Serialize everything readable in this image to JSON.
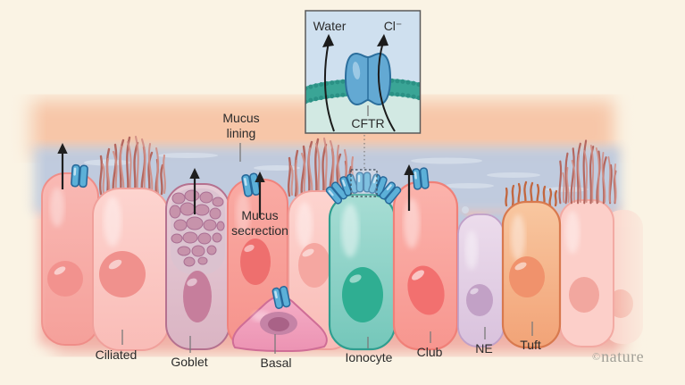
{
  "inset": {
    "water_label": "Water",
    "chloride_label": "Cl⁻",
    "channel_label": "CFTR"
  },
  "annotations": {
    "mucus_lining": "Mucus\nlining",
    "mucus_secretion": "Mucus\nsecrection"
  },
  "cells": [
    {
      "label": "Ciliated"
    },
    {
      "label": "Goblet"
    },
    {
      "label": "Basal"
    },
    {
      "label": "Ionocyte"
    },
    {
      "label": "Club"
    },
    {
      "label": "NE"
    },
    {
      "label": "Tuft"
    }
  ],
  "watermark": {
    "symbol": "©",
    "name": "nature"
  },
  "colors": {
    "background": "#faf3e4",
    "peach_band": "#f7c6a8",
    "mucus_layer": "#becade",
    "ionocyte_teal": "#7ccabf",
    "membrane_teal": "#3aa596",
    "cftr_blue": "#63a9d3",
    "label_text": "#2b2b2b",
    "watermark_gray": "#a2a098"
  }
}
